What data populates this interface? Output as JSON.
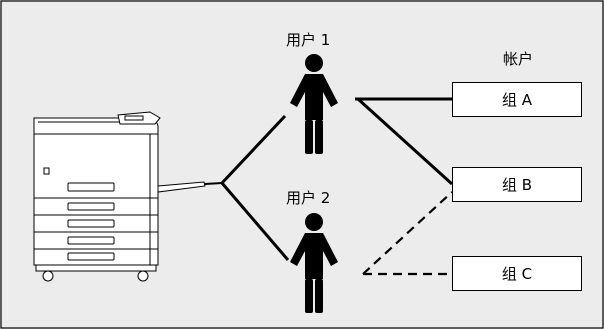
{
  "users": [
    {
      "label": "用户 1"
    },
    {
      "label": "用户 2"
    }
  ],
  "accounts": {
    "heading": "帐户",
    "groups": [
      {
        "label": "组 A"
      },
      {
        "label": "组 B"
      },
      {
        "label": "组 C"
      }
    ]
  },
  "icons": {
    "device": "printer-icon",
    "person": "person-icon"
  },
  "links": [
    {
      "from": "printer",
      "to": "用户 1",
      "style": "solid"
    },
    {
      "from": "printer",
      "to": "用户 2",
      "style": "solid"
    },
    {
      "from": "用户 1",
      "to": "组 A",
      "style": "solid"
    },
    {
      "from": "用户 1",
      "to": "组 B",
      "style": "solid"
    },
    {
      "from": "用户 2",
      "to": "组 B",
      "style": "dashed"
    },
    {
      "from": "用户 2",
      "to": "组 C",
      "style": "dashed"
    }
  ],
  "colors": {
    "background": "#ececec",
    "line": "#000000",
    "box_fill": "#ffffff"
  }
}
